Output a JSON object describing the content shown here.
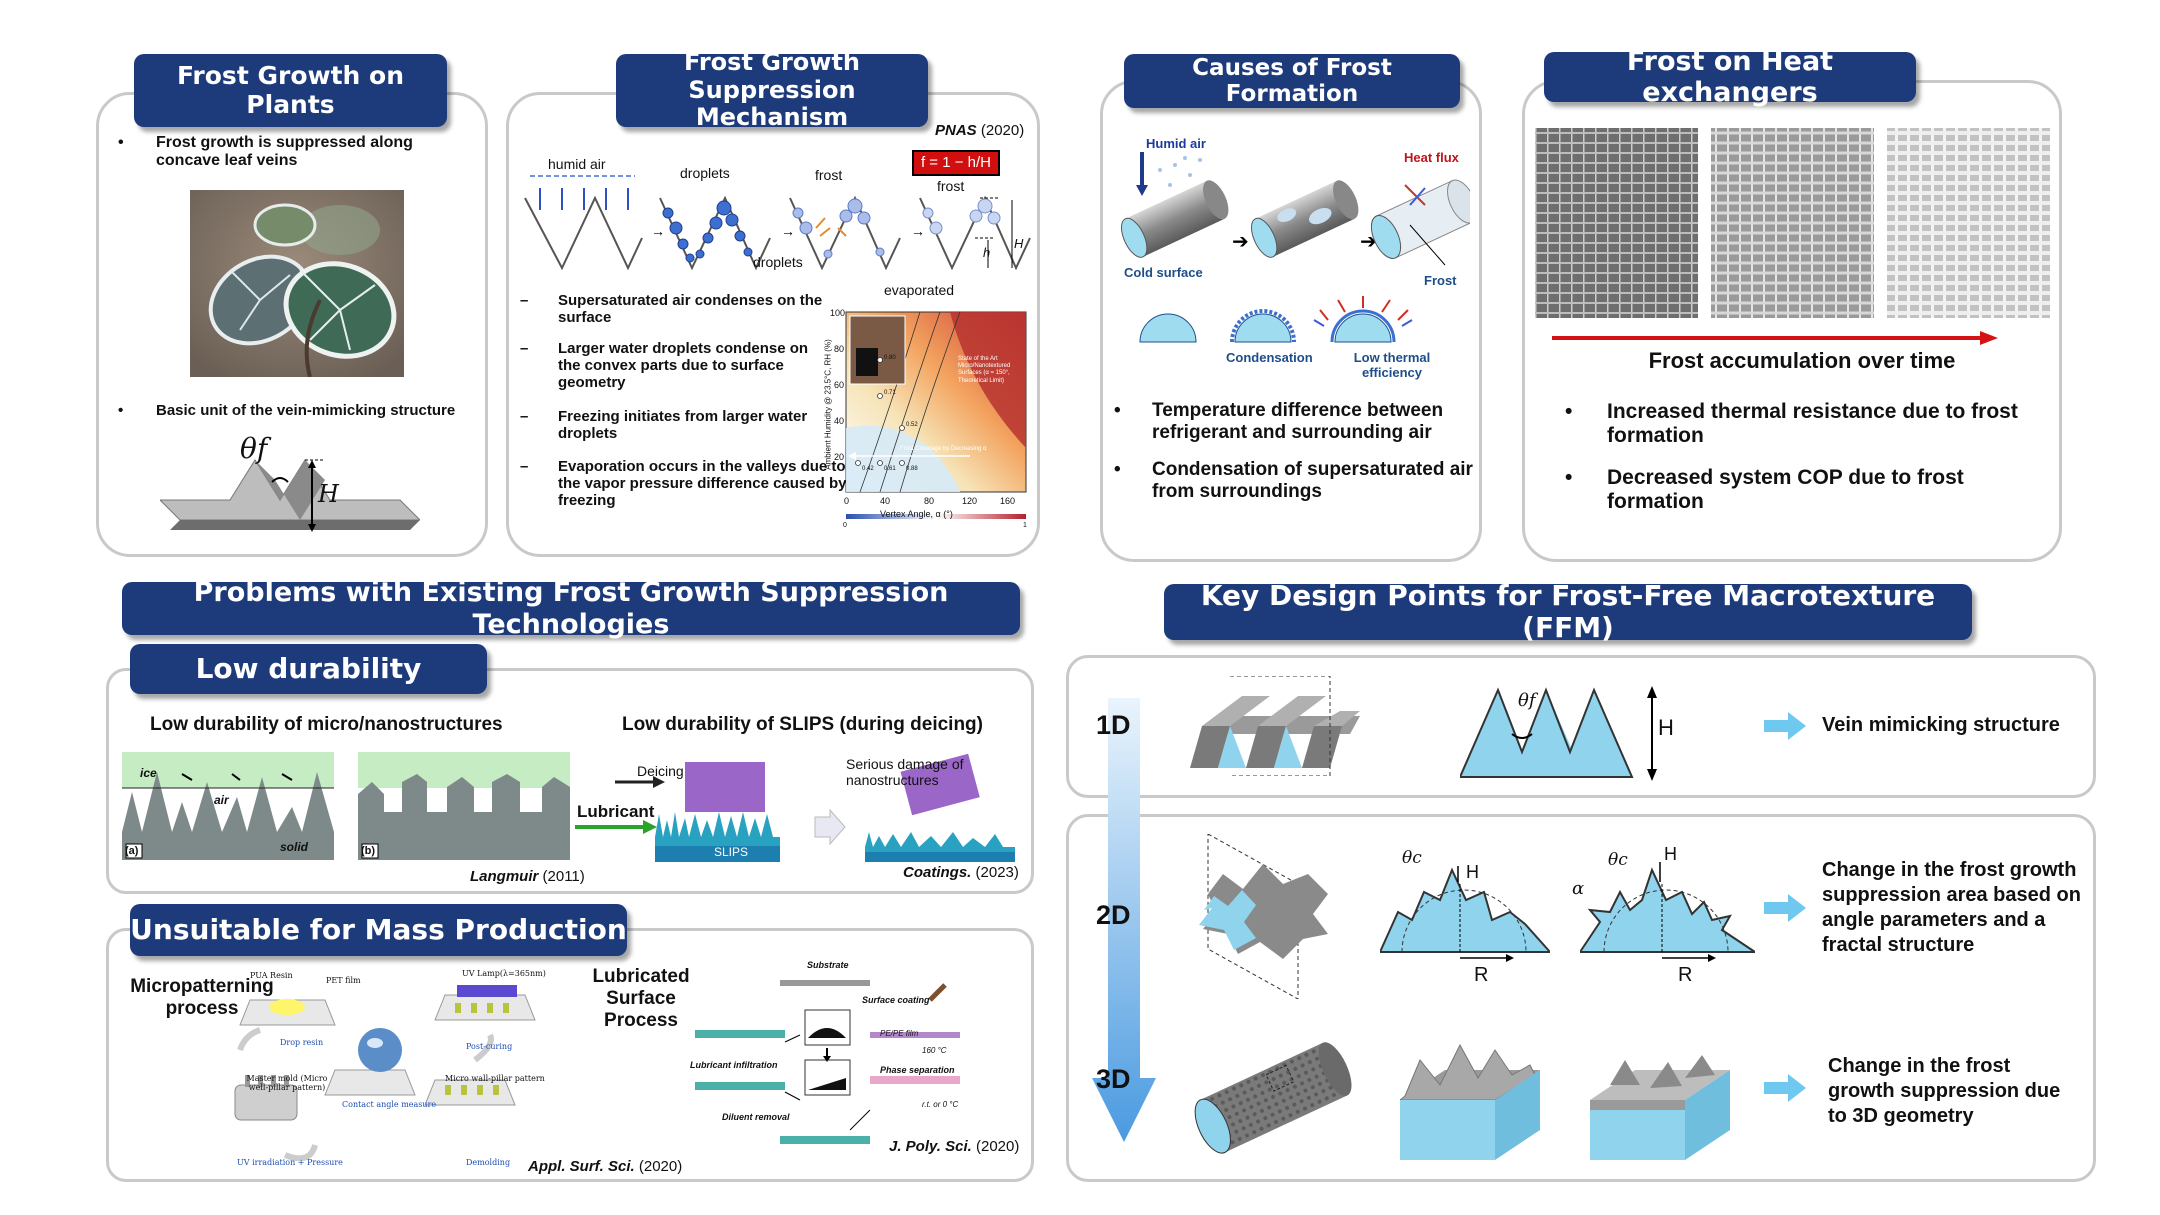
{
  "panels": {
    "plants": {
      "title": "Frost Growth on Plants",
      "bullet1": "Frost growth is suppressed along concave leaf veins",
      "bullet2": "Basic unit of the vein-mimicking structure",
      "theta_label": "θf",
      "h_label": "H"
    },
    "mechanism": {
      "title": "Frost Growth Suppression Mechanism",
      "citation_journal": "PNAS",
      "citation_year": "(2020)",
      "formula": "f = 1 − h/H",
      "labels": {
        "humid_air": "humid air",
        "droplets_top": "droplets",
        "frost_top": "frost",
        "droplets_bottom": "droplets",
        "frost_right": "frost",
        "evaporated": "evaporated",
        "h": "h",
        "H": "H"
      },
      "bullets": [
        "Supersaturated air condenses on the surface",
        "Larger water droplets condense on the convex parts due to surface geometry",
        "Freezing initiates from larger water droplets",
        "Evaporation occurs in the valleys due to the vapor pressure difference caused by freezing"
      ],
      "heatmap": {
        "ylabel": "Ambient Humidity @ 23.5°C, RH (%)",
        "xlabel": "Vertex Angle, α (°)",
        "xticks": [
          "0",
          "40",
          "80",
          "120",
          "160"
        ],
        "yticks": [
          "100",
          "80",
          "60",
          "40",
          "20"
        ],
        "region_label": "State of the Art Micro/Nanotextured Surfaces (α = 150°, Theoretical Limit)",
        "arrow_label": "Frost Coverage by Decreasing α",
        "point_values": [
          "0.80",
          "0.71",
          "0.52",
          "0.42",
          "0.61",
          "0.88"
        ],
        "colorbar_min": "0",
        "colorbar_max": "1"
      }
    },
    "causes": {
      "title": "Causes of Frost Formation",
      "labels": {
        "humid_air": "Humid air",
        "cold_surface": "Cold surface",
        "heat_flux": "Heat flux",
        "frost": "Frost",
        "condensation": "Condensation",
        "low_eff": "Low thermal efficiency"
      },
      "bullets": [
        "Temperature difference between refrigerant and surrounding air",
        "Condensation of supersaturated air from surroundings"
      ]
    },
    "exchangers": {
      "title": "Frost on Heat exchangers",
      "arrow_caption": "Frost accumulation over time",
      "bullets": [
        "Increased thermal resistance due to frost formation",
        "Decreased system COP due to frost formation"
      ]
    },
    "problems": {
      "title": "Problems with Existing Frost Growth Suppression Technologies",
      "durability": {
        "tag": "Low durability",
        "left_heading": "Low durability of micro/nanostructures",
        "right_heading": "Low durability of SLIPS (during deicing)",
        "ice": "ice",
        "air": "air",
        "solid": "solid",
        "a": "(a)",
        "b": "(b)",
        "deicing": "Deicing",
        "lubricant": "Lubricant",
        "slips": "SLIPS",
        "damage": "Serious damage of nanostructures",
        "cite1_journal": "Langmuir",
        "cite1_year": "(2011)",
        "cite2_journal": "Coatings.",
        "cite2_year": "(2023)"
      },
      "mass": {
        "tag": "Unsuitable for Mass Production",
        "micro_label": "Micropatterning process",
        "lub_label": "Lubricated Surface Process",
        "micro_steps": {
          "pua": "PUA Resin",
          "pet": "PET film",
          "drop": "Drop resin",
          "uv_lamp": "UV Lamp(λ=365nm)",
          "post": "Post-curing",
          "master": "Master mold (Micro well-pillar pattern)",
          "contact": "Contact angle measure",
          "wall": "Micro wall-pillar pattern",
          "uv_press": "UV irradiation + Pressure",
          "demold": "Demolding"
        },
        "lub_steps": {
          "substrate": "Substrate",
          "surface_coating": "Surface coating",
          "pe_film": "PE/PE film",
          "temp": "160 °C",
          "phase_sep": "Phase separation",
          "rt": "r.t. or 0 °C",
          "infiltration": "Lubricant infiltration",
          "diluent": "Diluent removal"
        },
        "cite1_journal": "Appl. Surf. Sci.",
        "cite1_year": "(2020)",
        "cite2_journal": "J. Poly. Sci.",
        "cite2_year": "(2020)"
      }
    },
    "design": {
      "title": "Key Design Points for Frost-Free Macrotexture (FFM)",
      "d1": "1D",
      "d2": "2D",
      "d3": "3D",
      "row1_text": "Vein mimicking structure",
      "row2_text": "Change in the frost growth suppression area based on angle parameters and a fractal structure",
      "row3_text": "Change in the frost growth suppression due to 3D geometry",
      "labels": {
        "theta_f": "θf",
        "theta_c": "θc",
        "alpha": "α",
        "H": "H",
        "R": "R"
      }
    }
  },
  "colors": {
    "tag_bg": "#1d3a7a",
    "panel_border": "#c9c9c9",
    "light_blue": "#8fd3ec",
    "arrow_red": "#d41414",
    "arrow_blue": "#6fc8ef"
  }
}
